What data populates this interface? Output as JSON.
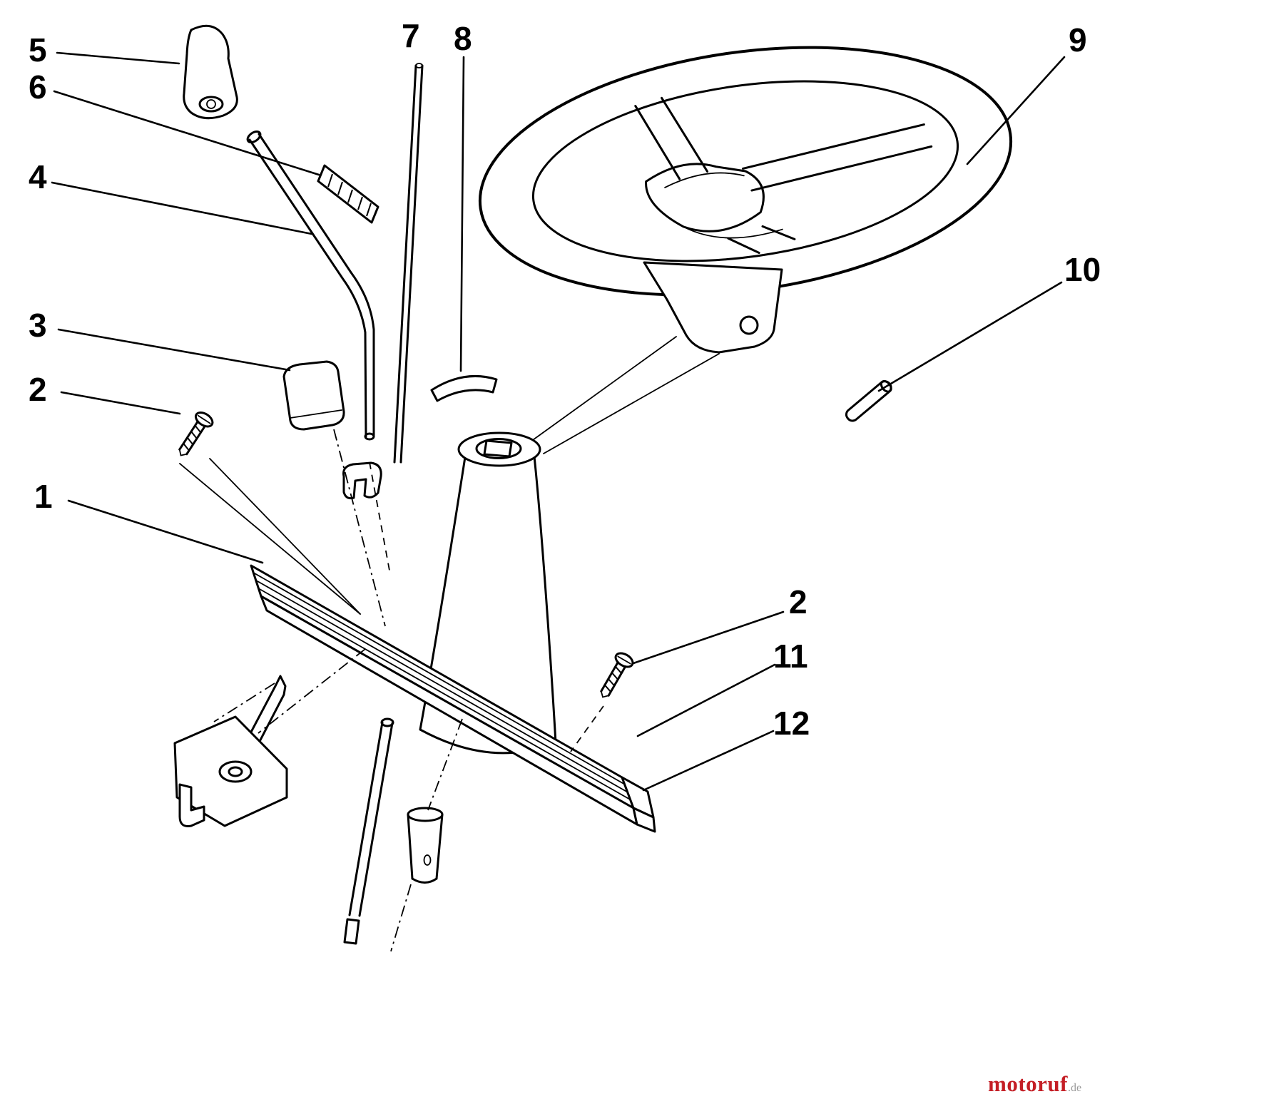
{
  "figure": {
    "type": "exploded-parts-diagram",
    "subject": "steering wheel and column assembly",
    "background": "#ffffff",
    "stroke_color": "#000000"
  },
  "callouts": {
    "c1": "1",
    "c2_left": "2",
    "c3": "3",
    "c4": "4",
    "c5": "5",
    "c6": "6",
    "c7": "7",
    "c8": "8",
    "c9": "9",
    "c10": "10",
    "c2_right": "2",
    "c11": "11",
    "c12": "12"
  },
  "watermark": {
    "brand": "motoruf",
    "suffix": ".de",
    "brand_color": "#c41e25",
    "suffix_color": "#9a9a9a"
  }
}
